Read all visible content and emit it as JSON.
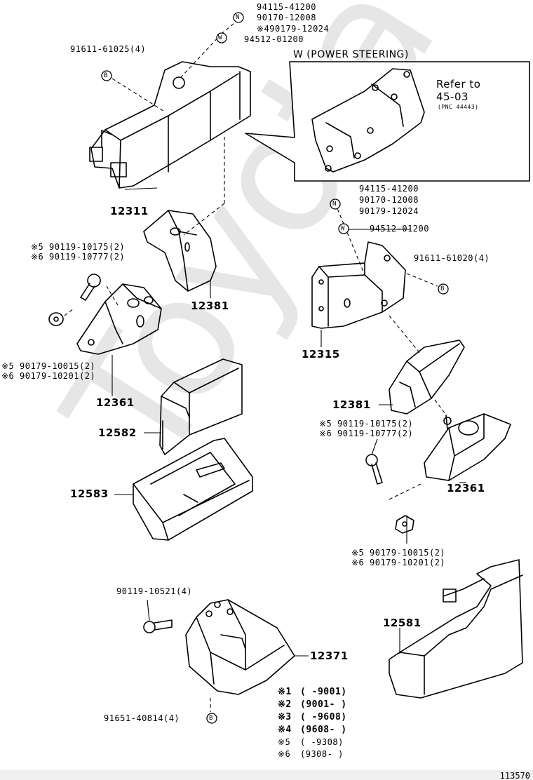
{
  "watermark": "Toyota",
  "diagram_id": "113570",
  "inset": {
    "title": "W (POWER STEERING)",
    "refer_line1": "Refer to",
    "refer_line2": "45-03",
    "refer_line3": "(PNC 44443)"
  },
  "top_fasteners": {
    "line1": "94115-41200",
    "line2_marker": "N",
    "line2": "90170-12008",
    "line3": "※490179-12024",
    "line4_marker": "W",
    "line4": "94512-01200"
  },
  "right_fasteners": {
    "line1": "94115-41200",
    "line2_marker": "N",
    "line2": "90170-12008",
    "line3": "90179-12024",
    "line4_marker": "W",
    "line4": "94512-01200"
  },
  "bolt_b_top": {
    "text": "91611-61025(4)",
    "marker": "B"
  },
  "bolt_b_right": {
    "text": "91611-61020(4)",
    "marker": "B"
  },
  "bolt_b_bottom": {
    "text": "91651-40814(4)",
    "marker": "B"
  },
  "left_bolt": {
    "l1": "※5 90119-10175(2)",
    "l2": "※6 90119-10777(2)"
  },
  "left_nut": {
    "l1": "※5 90179-10015(2)",
    "l2": "※6 90179-10201(2)"
  },
  "right_bolt": {
    "l1": "※5 90119-10175(2)",
    "l2": "※6 90119-10777(2)"
  },
  "right_nut": {
    "l1": "※5  90179-10015(2)",
    "l2": "※6  90179-10201(2)"
  },
  "rear_bolt": "90119-10521(4)",
  "parts": {
    "p12311": "12311",
    "p12381a": "12381",
    "p12361a": "12361",
    "p12582": "12582",
    "p12583": "12583",
    "p12315": "12315",
    "p12381b": "12381",
    "p12361b": "12361",
    "p12581": "12581",
    "p12371": "12371"
  },
  "legend": [
    {
      "mark": "※1",
      "range": "(    -9001)"
    },
    {
      "mark": "※2",
      "range": "(9001-    )"
    },
    {
      "mark": "※3",
      "range": "(    -9608)"
    },
    {
      "mark": "※4",
      "range": "(9608-    )"
    },
    {
      "mark": "※5",
      "range": "(    -9308)"
    },
    {
      "mark": "※6",
      "range": "(9308-    )"
    }
  ]
}
